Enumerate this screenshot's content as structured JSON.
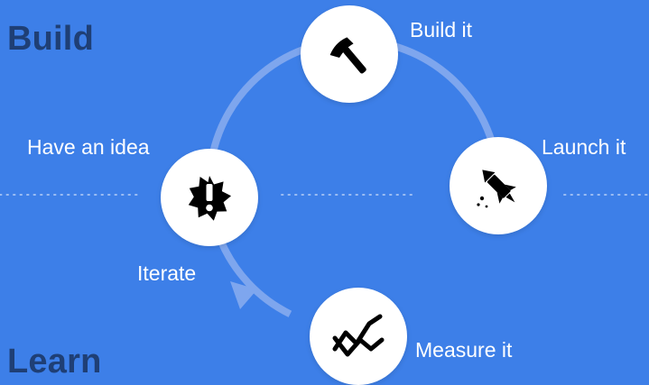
{
  "phases": {
    "build": "Build",
    "learn": "Learn"
  },
  "steps": {
    "idea": {
      "label": "Have an idea",
      "icon": "exclamation-burst-icon"
    },
    "build": {
      "label": "Build it",
      "icon": "hammer-icon"
    },
    "launch": {
      "label": "Launch it",
      "icon": "rocket-icon"
    },
    "measure": {
      "label": "Measure it",
      "icon": "trend-chart-icon"
    },
    "iterate": {
      "label": "Iterate",
      "icon": "cycle-arrow-icon"
    }
  },
  "colors": {
    "background": "#3d7fe8",
    "phase_text": "#1f3f75",
    "step_text": "#ffffff",
    "ring": "#7ea6ee",
    "circle": "#ffffff",
    "icon": "#000000"
  }
}
